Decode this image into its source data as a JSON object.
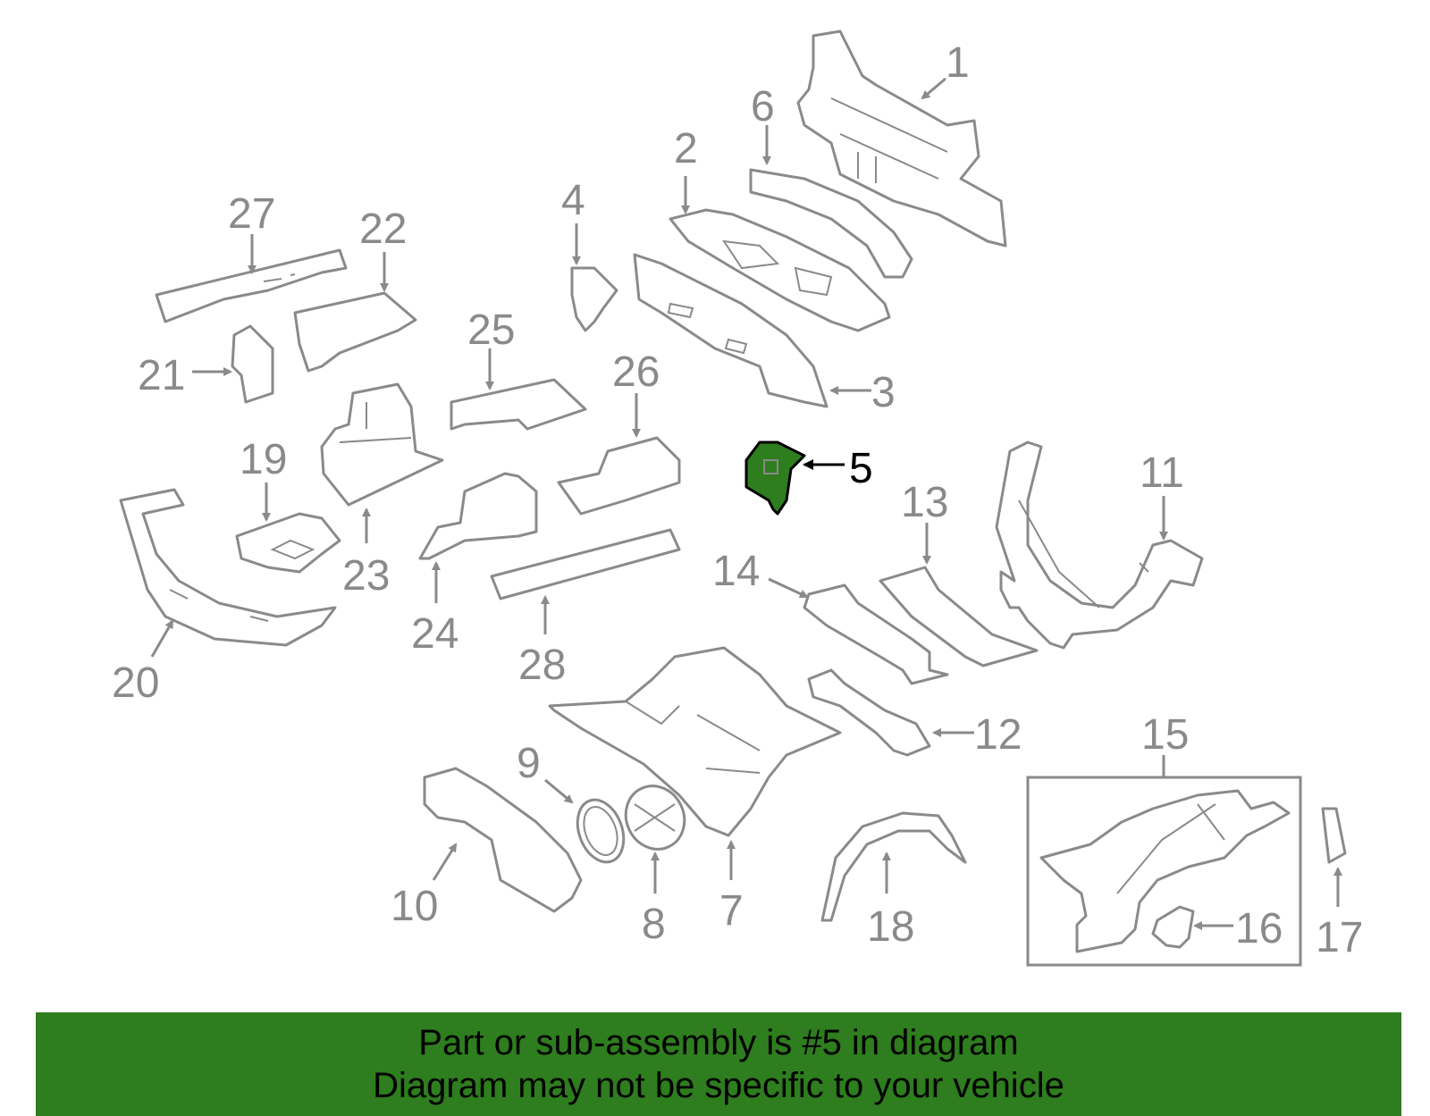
{
  "diagram": {
    "highlight_part": "5",
    "colors": {
      "part_stroke": "#8a8a8a",
      "highlight_fill": "#2e7d1e",
      "banner_bg": "#2e7d1e"
    },
    "callouts": [
      "1",
      "2",
      "3",
      "4",
      "5",
      "6",
      "7",
      "8",
      "9",
      "10",
      "11",
      "12",
      "13",
      "14",
      "15",
      "16",
      "17",
      "18",
      "19",
      "20",
      "21",
      "22",
      "23",
      "24",
      "25",
      "26",
      "27",
      "28"
    ]
  },
  "banner": {
    "line1": "Part or sub-assembly is #5 in diagram",
    "line2": "Diagram may not be specific to your vehicle"
  }
}
